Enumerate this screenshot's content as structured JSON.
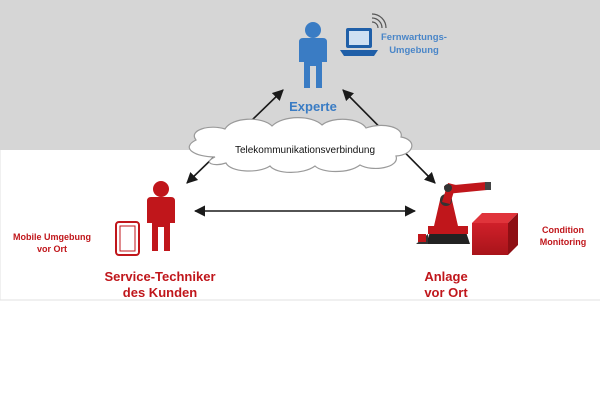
{
  "labels": {
    "expert": "Experte",
    "remote_env_line1": "Fernwartungs-",
    "remote_env_line2": "Umgebung",
    "telecom": "Telekommunikationsverbindung",
    "mobile_env_line1": "Mobile Umgebung",
    "mobile_env_line2": "vor Ort",
    "technician_line1": "Service-Techniker",
    "technician_line2": "des Kunden",
    "plant_line1": "Anlage",
    "plant_line2": "vor Ort",
    "condition_line1": "Condition",
    "condition_line2": "Monitoring"
  },
  "icons": {
    "expert_person": "person-icon",
    "laptop": "laptop-wifi-icon",
    "technician_person": "person-icon",
    "mobile_device": "tablet-icon",
    "robot": "industrial-robot-icon",
    "monitoring_box": "cube-icon"
  },
  "colors": {
    "expert_blue": "#3a7cc4",
    "label_blue": "#4a86c8",
    "site_red": "#c0161b",
    "top_band_gray": "#d6d6d6",
    "arrow_dark": "#1a1a1a"
  }
}
